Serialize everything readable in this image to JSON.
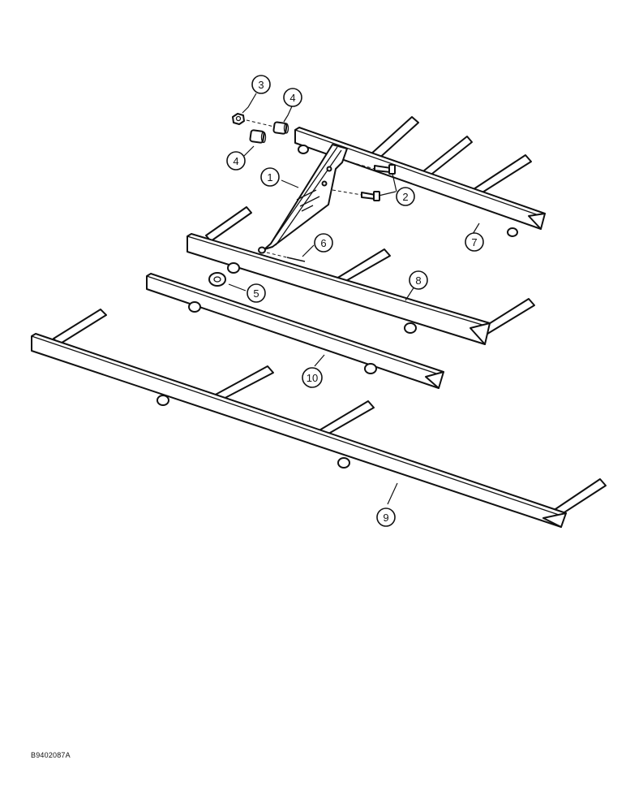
{
  "figure_id": "B9402087A",
  "callouts": {
    "c1": "1",
    "c2": "2",
    "c3": "3",
    "c4a": "4",
    "c4b": "4",
    "c5": "5",
    "c6": "6",
    "c7": "7",
    "c8": "8",
    "c9": "9",
    "c10": "10"
  }
}
